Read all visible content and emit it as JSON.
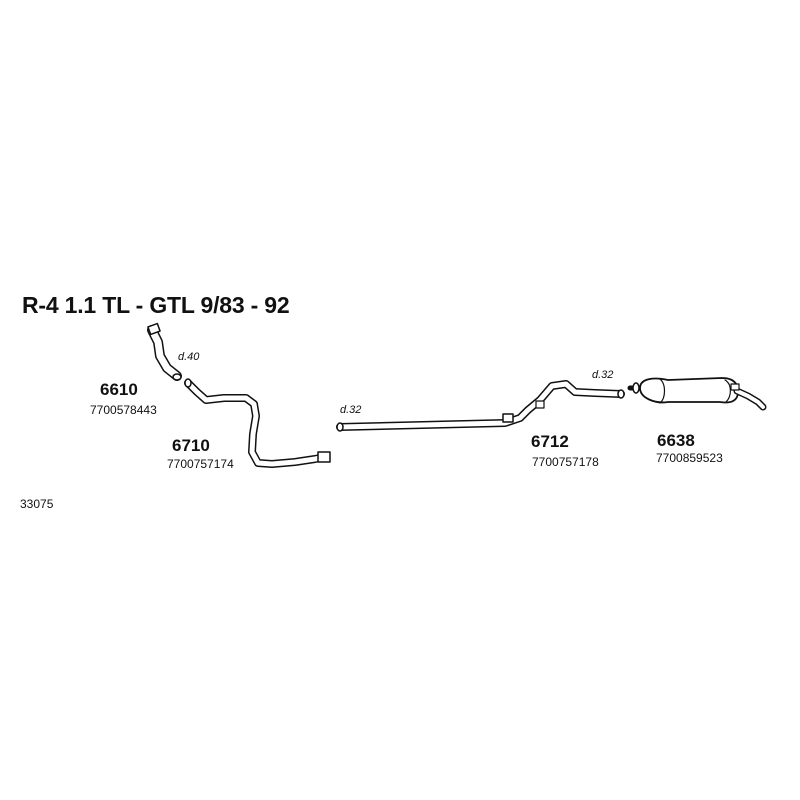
{
  "title": "R-4 1.1 TL - GTL  9/83 - 92",
  "diagram_code": "33075",
  "parts": [
    {
      "number": "6610",
      "reference": "7700578443",
      "diameter": "d.40"
    },
    {
      "number": "6710",
      "reference": "7700757174"
    },
    {
      "number": "6712",
      "reference": "7700757178",
      "diameter_front": "d.32",
      "diameter_rear": "d.32"
    },
    {
      "number": "6638",
      "reference": "7700859523"
    }
  ]
}
